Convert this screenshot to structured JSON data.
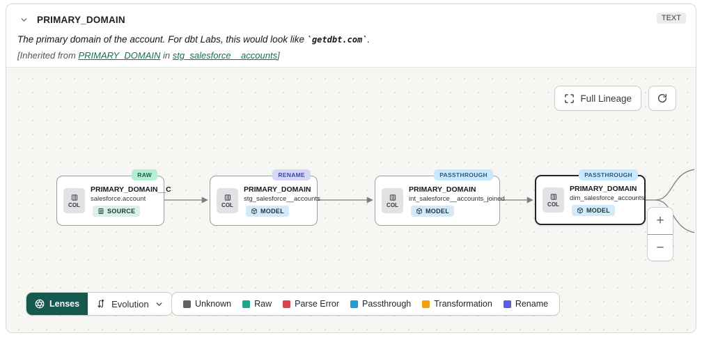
{
  "header": {
    "title": "PRIMARY_DOMAIN",
    "type_badge": "TEXT",
    "description_prefix": "The primary domain of the account. For dbt Labs, this would look like ",
    "description_code": "`getdbt.com`",
    "description_suffix": ".",
    "inherited_prefix": "[Inherited from ",
    "inherited_link_column": "PRIMARY_DOMAIN",
    "inherited_middle": " in ",
    "inherited_link_model": "stg_salesforce__accounts",
    "inherited_suffix": "]"
  },
  "canvas": {
    "full_lineage_label": "Full Lineage",
    "nodes": [
      {
        "badge": "RAW",
        "badge_bg": "#b2f0d3",
        "badge_fg": "#1c5e49",
        "col_label": "COL",
        "title": "PRIMARY_DOMAIN__C",
        "subtitle": "salesforce.account",
        "type_label": "SOURCE",
        "selected": false
      },
      {
        "badge": "RENAME",
        "badge_bg": "#d4d7f9",
        "badge_fg": "#3f44a0",
        "col_label": "COL",
        "title": "PRIMARY_DOMAIN",
        "subtitle": "stg_salesforce__accounts",
        "type_label": "MODEL",
        "selected": false
      },
      {
        "badge": "PASSTHROUGH",
        "badge_bg": "#c9e8fb",
        "badge_fg": "#275d80",
        "col_label": "COL",
        "title": "PRIMARY_DOMAIN",
        "subtitle": "int_salesforce__accounts_joined",
        "type_label": "MODEL",
        "selected": false
      },
      {
        "badge": "PASSTHROUGH",
        "badge_bg": "#c9e8fb",
        "badge_fg": "#275d80",
        "col_label": "COL",
        "title": "PRIMARY_DOMAIN",
        "subtitle": "dim_salesforce_accounts",
        "type_label": "MODEL",
        "selected": true
      }
    ]
  },
  "toolbar": {
    "lenses_label": "Lenses",
    "lens_selected": "Evolution",
    "legend": [
      {
        "label": "Unknown",
        "color": "#616161"
      },
      {
        "label": "Raw",
        "color": "#1fa68a"
      },
      {
        "label": "Parse Error",
        "color": "#d8464d"
      },
      {
        "label": "Passthrough",
        "color": "#1f9ed4"
      },
      {
        "label": "Transformation",
        "color": "#f1a207"
      },
      {
        "label": "Rename",
        "color": "#5d5ce6"
      }
    ]
  },
  "zoom_controls": {
    "zoom_in": "+",
    "zoom_out": "−"
  }
}
